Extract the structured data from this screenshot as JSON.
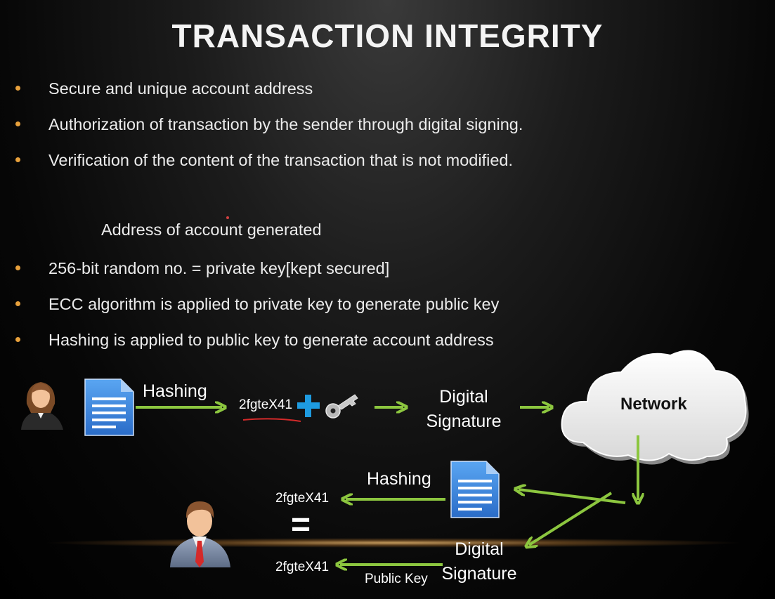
{
  "title": "TRANSACTION INTEGRITY",
  "bullets_top": [
    "Secure and unique account address",
    "Authorization of transaction by the sender through digital signing.",
    "Verification of the content of the transaction that is not modified."
  ],
  "subheading": "Address of account generated",
  "bullets_bottom": [
    "256-bit random no. = private key[kept secured]",
    "ECC algorithm is applied to private key to generate public key",
    "Hashing is applied to public key to generate account address"
  ],
  "diagram": {
    "hashing_top": "Hashing",
    "hash_value_top": "2fgteX41",
    "digital_signature_top": "Digital\nSignature",
    "network": "Network",
    "hashing_bottom": "Hashing",
    "hash_value_left_top": "2fgteX41",
    "equals": "=",
    "hash_value_left_bottom": "2fgteX41",
    "public_key": "Public Key",
    "digital_signature_bottom": "Digital\nSignature",
    "arrow_color": "#8cc63f",
    "document_color": "#3a7fd8",
    "plus_color": "#1e9be0",
    "underline_color": "#d42a2a"
  }
}
